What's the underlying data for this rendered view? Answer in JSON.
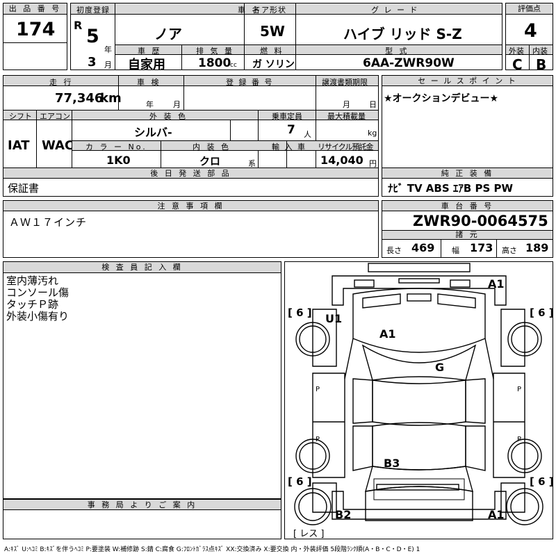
{
  "header": {
    "lot_label": "出 品 番 号",
    "lot_value": "174",
    "first_reg_label": "初度登録",
    "era_mark": "R",
    "reg_year": "5",
    "year_unit": "年",
    "reg_month": "3",
    "month_unit": "月",
    "car_name_label": "車 名",
    "car_name": "ノア",
    "door_label": "ドア形状",
    "door_value": "5W",
    "grade_label": "グ レ ー ド",
    "grade_value": "ハイブ リッド S-Z",
    "score_label": "評価点",
    "score_value": "4",
    "history_label": "車 歴",
    "history_value": "自家用",
    "displacement_label": "排 気 量",
    "displacement_value": "1800",
    "displacement_unit": "cc",
    "fuel_label": "燃 料",
    "fuel_value": "ガ ソリン",
    "model_label": "型 式",
    "model_value": "6AA-ZWR90W",
    "ext_label": "外装",
    "ext_value": "C",
    "int_label": "内装",
    "int_value": "B"
  },
  "row2": {
    "mileage_label": "走 行",
    "mileage_value": "77,346",
    "mileage_unit": "km",
    "inspection_label": "車 検",
    "inspection_year_unit": "年",
    "inspection_month_unit": "月",
    "reg_no_label": "登 録 番 号",
    "transfer_label": "譲渡書類期限",
    "transfer_month_unit": "月",
    "transfer_day_unit": "日",
    "sales_point_label": "セ ー ル ス ポ イ ン ト",
    "sales_point_value": "★オークションデビュー★"
  },
  "row3": {
    "shift_label": "シフト",
    "shift_value": "IAT",
    "ac_label": "エアコン",
    "ac_value": "WAC",
    "ext_color_label": "外 装 色",
    "ext_color_value": "シルバ-",
    "seats_label": "乗車定員",
    "seats_value": "7",
    "seats_unit": "人",
    "load_label": "最大積載量",
    "load_unit": "kg",
    "color_no_label": "カ ラ ー No.",
    "color_no_value": "1K0",
    "int_color_label": "内 装 色",
    "int_color_value": "クロ",
    "int_color_unit": "系",
    "import_label": "輸 入 車",
    "recycle_label": "リサイクル預託金",
    "recycle_value": "14,040",
    "recycle_unit": "円"
  },
  "docs": {
    "label": "後 日 発 送 部 品",
    "value": "保証書"
  },
  "equipment": {
    "label": "純 正 装 備",
    "value": "ﾅﾋﾞ TV ABS ｴｱB PS PW"
  },
  "notes": {
    "label": "注 意 事 項 欄",
    "value": "ＡＷ１７インチ"
  },
  "chassis": {
    "label": "車 台 番 号",
    "value": "ZWR90-0064575",
    "spec_label": "諸 元",
    "length_label": "長さ",
    "length_value": "469",
    "width_label": "幅",
    "width_value": "173",
    "height_label": "高さ",
    "height_value": "189"
  },
  "inspector": {
    "label": "検 査 員 記 入 欄",
    "lines": [
      "室内薄汚れ",
      "コンソール傷",
      "タッチＰ跡",
      "外装小傷有り"
    ]
  },
  "office": {
    "label": "事 務 局 よ り ご 案 内"
  },
  "diagram": {
    "tire_fl": "[ 6 ]",
    "tire_fr": "[ 6 ]",
    "tire_rl": "[ 6 ]",
    "tire_rr": "[ 6 ]",
    "mark_front_bumper": "A1",
    "mark_hood_left": "U1",
    "mark_hood": "A1",
    "mark_windshield": "G",
    "mark_rear_glass": "B3",
    "mark_rear_left": "B2",
    "mark_rear_right": "A1",
    "spare_tire": "[ レス ]"
  },
  "legend": "A:ｷｽﾞ U:ﾍｺﾐ B:ｷｽﾞを伴うﾍｺﾐ P:要塗装 W:補修跡 S:錆 C:腐食 G:ﾌﾛﾝﾄｶﾞﾗｽ点ｷｽﾞ XX:交換済み X:要交換 内・外装評価 5段階ﾗﾝｸ順(A・B・C・D・E) 1"
}
